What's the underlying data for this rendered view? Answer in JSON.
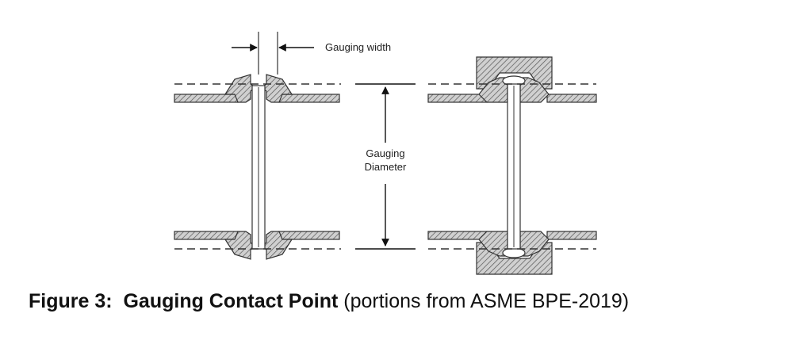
{
  "labels": {
    "gauging_width": "Gauging width",
    "gauging_diameter_line1": "Gauging",
    "gauging_diameter_line2": "Diameter"
  },
  "caption": {
    "figure": "Figure 3:",
    "title": "Gauging Contact Point",
    "note": "(portions from ASME BPE-2019)"
  }
}
